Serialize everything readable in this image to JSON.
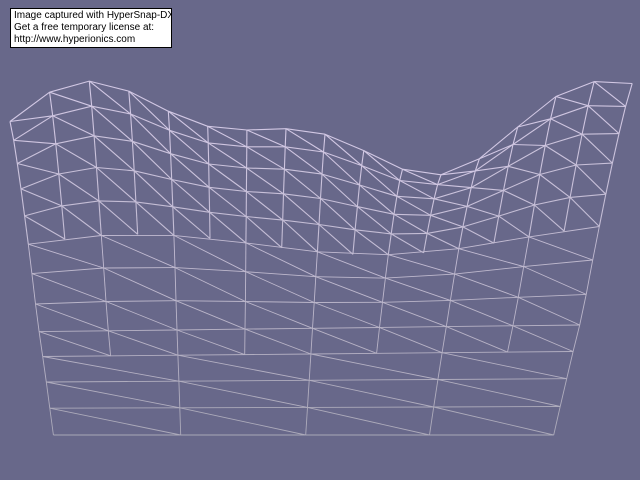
{
  "viewport": {
    "background_color": "#68688a",
    "wire_colors": {
      "far": "#d2c8e4",
      "near": "#a9a7b6"
    }
  },
  "watermark": {
    "line1": "Image captured with HyperSnap-DX",
    "line2": "Get a free temporary license at:",
    "line3": "http://www.hyperionics.com"
  },
  "mesh": {
    "type": "3d-wireframe-terrain",
    "style": "triangulated-grid"
  }
}
